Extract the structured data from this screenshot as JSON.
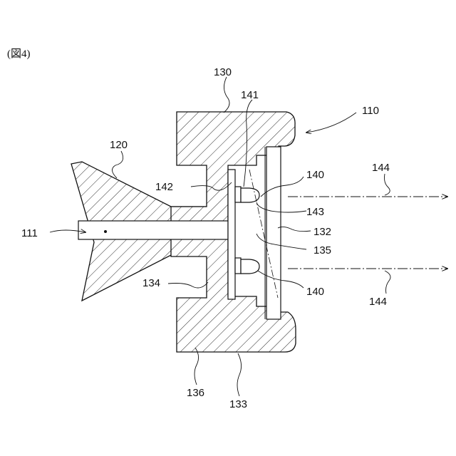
{
  "figure_label": "(図4)",
  "labels": {
    "l110": "110",
    "l111": "111",
    "l120": "120",
    "l130": "130",
    "l132": "132",
    "l133": "133",
    "l134": "134",
    "l135": "135",
    "l136": "136",
    "l140a": "140",
    "l140b": "140",
    "l141": "141",
    "l142": "142",
    "l143": "143",
    "l144a": "144",
    "l144b": "144"
  }
}
